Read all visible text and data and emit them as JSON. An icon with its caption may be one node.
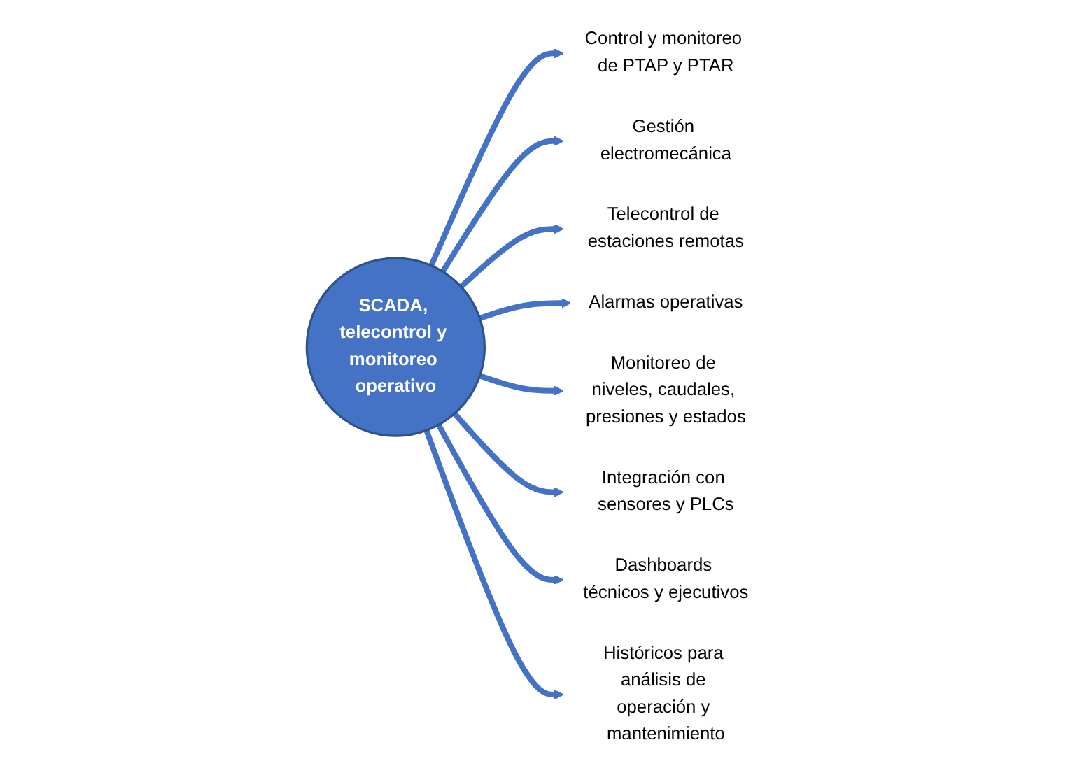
{
  "diagram": {
    "nodes": [
      {
        "text": [
          "SCADA, telecontrol y monitoreo operativo"
        ]
      },
      {
        "text": [
          "Control y monitoreo de PTAP y PTAR"
        ]
      },
      {
        "text": [
          "Gestión electromecánica"
        ]
      },
      {
        "text": [
          "Telecontrol de estaciones remotas"
        ]
      },
      {
        "text": [
          "Alarmas operativas"
        ]
      },
      {
        "text": [
          "Monitoreo de niveles, caudales, presiones y estados"
        ]
      },
      {
        "text": [
          "Integración con sensores y PLCs"
        ]
      },
      {
        "text": [
          "Dashboards técnicos y ejecutivos"
        ]
      },
      {
        "text": [
          "Históricos para análisis de operación y mantenimiento"
        ]
      }
    ],
    "edges": [
      {
        "from": 0,
        "to": 1,
        "arrow": "to"
      },
      {
        "from": 0,
        "to": 2,
        "arrow": "to"
      },
      {
        "from": 0,
        "to": 3,
        "arrow": "to"
      },
      {
        "from": 0,
        "to": 4,
        "arrow": "to"
      },
      {
        "from": 0,
        "to": 5,
        "arrow": "to"
      },
      {
        "from": 0,
        "to": 6,
        "arrow": "to"
      },
      {
        "from": 0,
        "to": 7,
        "arrow": "to"
      },
      {
        "from": 0,
        "to": 8,
        "arrow": "to"
      }
    ]
  }
}
